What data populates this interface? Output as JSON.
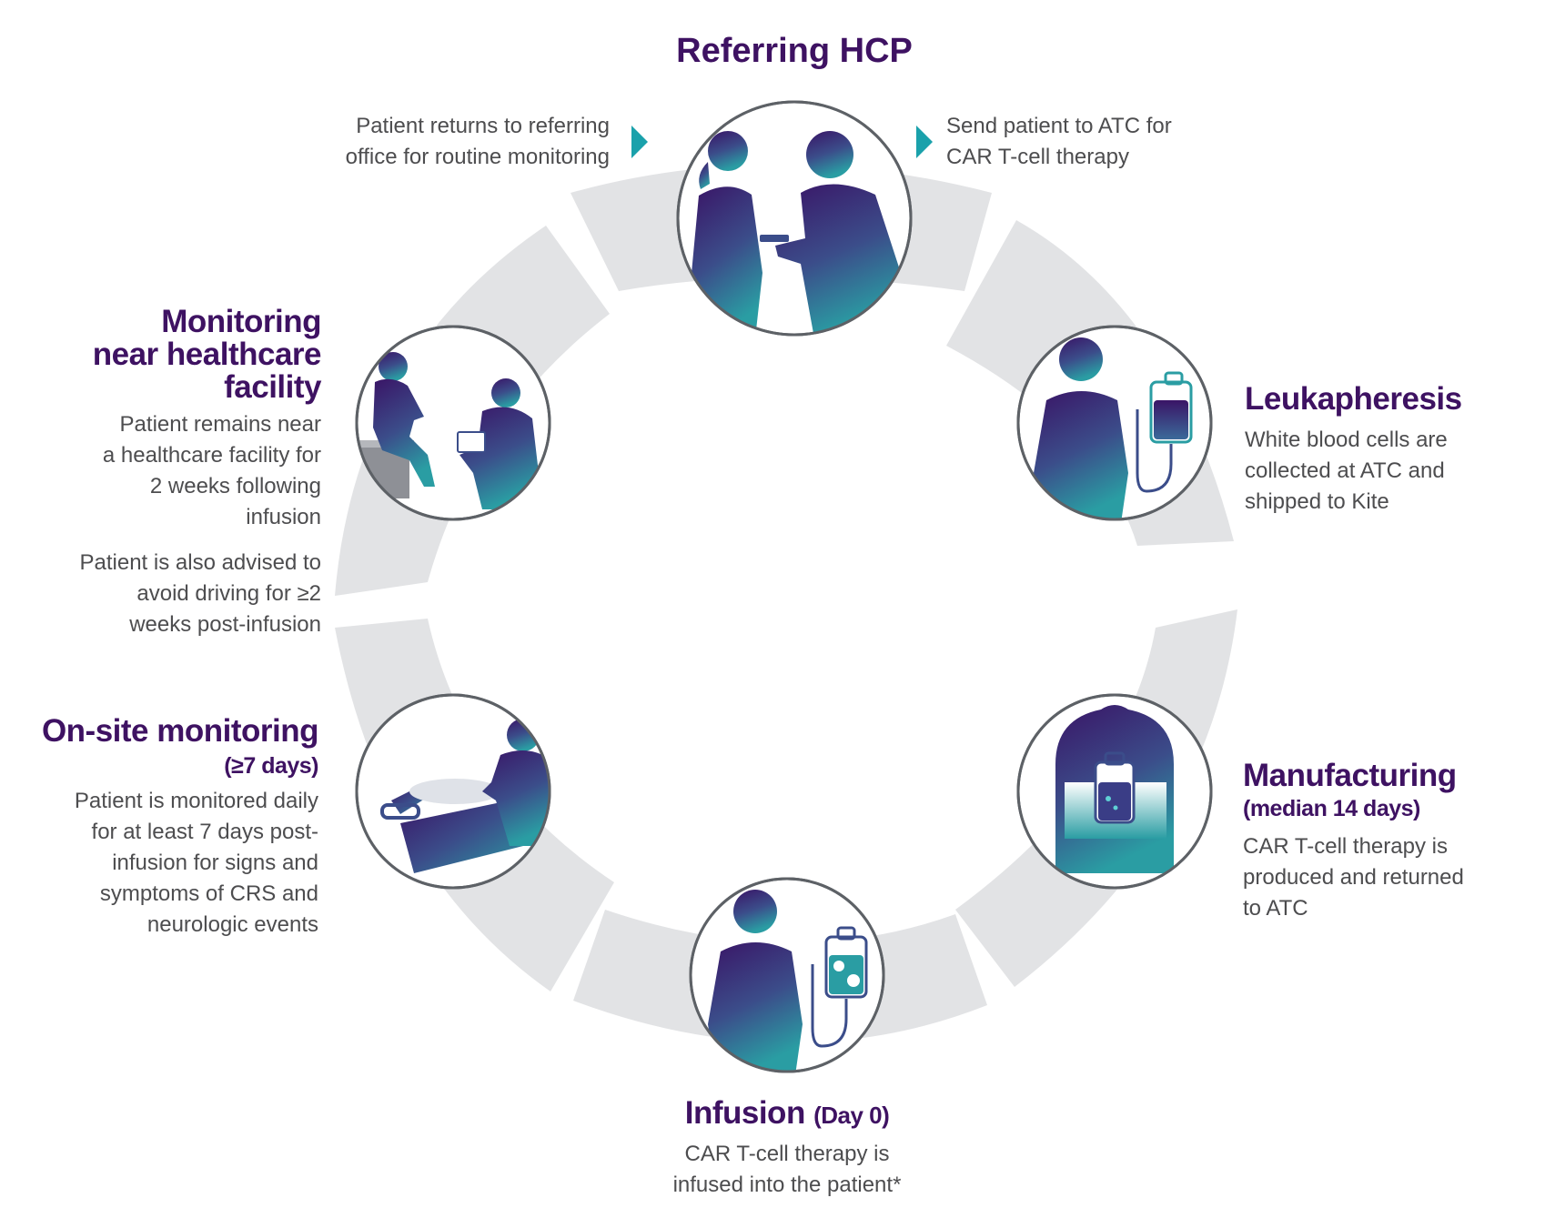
{
  "colors": {
    "ring": "#e2e3e5",
    "title": "#3e1262",
    "body_text": "#4d4d4f",
    "arrow": "#1aa1ab",
    "silhouette_dark": "#3a1466",
    "silhouette_light": "#2a9da3"
  },
  "referring": {
    "title": "Referring HCP",
    "left_note_lines": [
      "Patient returns to referring",
      "office for routine monitoring"
    ],
    "right_note_lines": [
      "Send patient to ATC for",
      "CAR T-cell therapy"
    ],
    "icon": "patient-and-doctor-icon"
  },
  "leukapheresis": {
    "title": "Leukapheresis",
    "desc_lines": [
      "White blood cells are",
      "collected at ATC and",
      "shipped to Kite"
    ],
    "icon": "patient-with-blood-bag-icon"
  },
  "manufacturing": {
    "title": "Manufacturing",
    "subtitle": "(median 14 days)",
    "desc_lines": [
      "CAR T-cell therapy is",
      "produced and returned",
      "to ATC"
    ],
    "icon": "lab-hood-icon"
  },
  "infusion": {
    "title": "Infusion",
    "subtitle": "(Day 0)",
    "desc_lines": [
      "CAR T-cell therapy is",
      "infused into the patient*"
    ],
    "icon": "patient-with-infusion-bag-icon"
  },
  "onsite": {
    "title": "On-site monitoring",
    "subtitle": "(≥7 days)",
    "desc_lines": [
      "Patient is monitored daily",
      "for at least 7 days post-",
      "infusion for signs and",
      "symptoms of CRS and",
      "neurologic events"
    ],
    "icon": "patient-in-bed-icon"
  },
  "nearby": {
    "title_lines": [
      "Monitoring",
      "near healthcare",
      "facility"
    ],
    "desc_lines": [
      "Patient remains near",
      "a healthcare facility for",
      "2 weeks following",
      "infusion"
    ],
    "desc2_lines": [
      "Patient is also advised to",
      "avoid driving for ≥2",
      "weeks post-infusion"
    ],
    "icon": "doctor-consultation-icon"
  }
}
